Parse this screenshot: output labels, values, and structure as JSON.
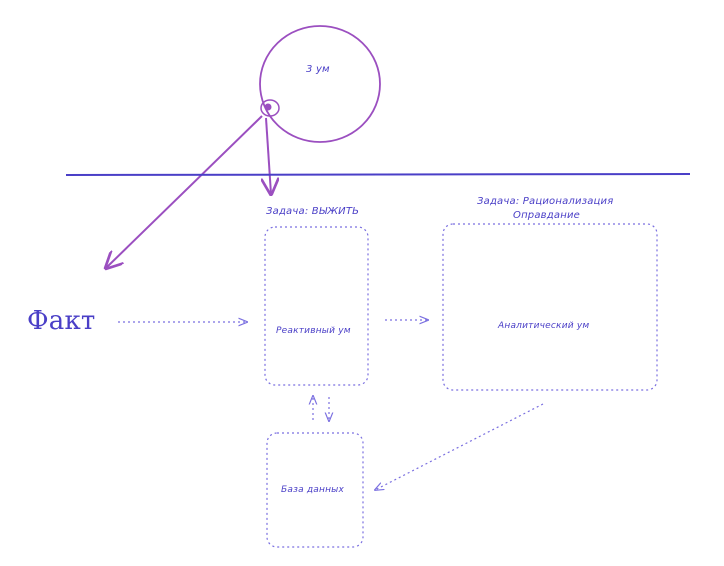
{
  "labels": {
    "circle_label": "3 ум",
    "task_survive": "Задача: ВЫЖИТЬ",
    "task_rational_line1": "Задача: Рационализация",
    "task_rational_line2": "Оправдание",
    "fact": "Факт",
    "reactive_mind": "Реактивный ум",
    "analytical_mind": "Аналитический ум",
    "database": "База данных"
  },
  "colors": {
    "ink": "#4a3fc7",
    "purple": "#9b4fc0",
    "dotted": "#7a6fe0"
  }
}
